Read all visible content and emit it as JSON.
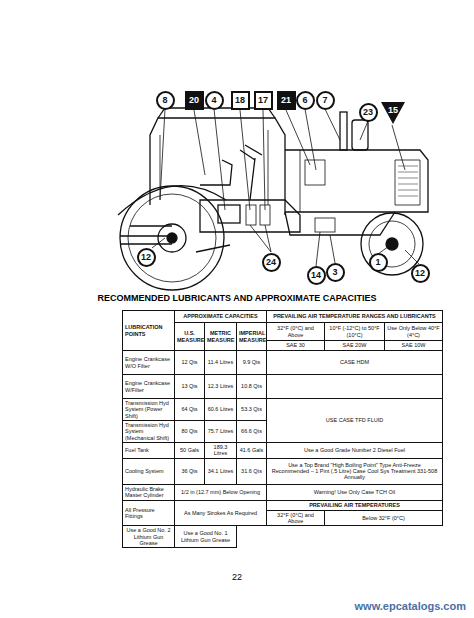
{
  "diagram": {
    "title": "RECOMMENDED LUBRICANTS AND APPROXIMATE CAPACITIES",
    "nodes": [
      {
        "text": [
          "8"
        ]
      },
      {
        "text": [
          "20"
        ]
      },
      {
        "text": [
          "4"
        ]
      },
      {
        "text": [
          "18"
        ]
      },
      {
        "text": [
          "17"
        ]
      },
      {
        "text": [
          "21"
        ]
      },
      {
        "text": [
          "6"
        ]
      },
      {
        "text": [
          "7"
        ]
      },
      {
        "text": [
          "23"
        ]
      },
      {
        "text": [
          "15"
        ]
      },
      {
        "text": [
          "12"
        ]
      },
      {
        "text": [
          "24"
        ]
      },
      {
        "text": [
          "14"
        ]
      },
      {
        "text": [
          "3"
        ]
      },
      {
        "text": [
          "1"
        ]
      },
      {
        "text": [
          "12"
        ]
      }
    ],
    "labels": [
      "LUBRICATION POINTS",
      "APPROXIMATE CAPACITIES",
      "PREVAILING AIR TEMPERATURE RANGES AND LUBRICANTS",
      "U.S. MEASURE",
      "METRIC MEASURE",
      "IMPERIAL MEASURE",
      "32°F (0°C) and Above",
      "10°F (-12°C) to 50°F (10°C)",
      "Use Only Below 40°F (4°C)",
      "SAE 30",
      "SAE 20W",
      "SAE 10W",
      "Engine Crankcase W/O Filter",
      "12 Qts",
      "11.4 Litres",
      "9.9 Qts",
      "CASE HDM",
      "Engine Crankcase W/Filter",
      "13 Qts",
      "12.3 Litres",
      "10.8 Qts",
      "Transmission Hyd System (Power Shift)",
      "64 Qts",
      "60.6 Litres",
      "53.3 Qts",
      "USE CASE TFD FLUID",
      "Transmission Hyd System (Mechanical Shift)",
      "80 Qts",
      "75.7 Litres",
      "66.6 Qts",
      "Fuel Tank",
      "50 Gals",
      "189.3 Litres",
      "41.6 Gals",
      "Use a Good Grade Number 2 Diesel Fuel",
      "Cooling System",
      "36 Qts",
      "34.1 Litres",
      "31.6 Qts",
      "Use a Top Brand \"High Boiling Point\" Type Anti-Freeze Recommended – 1 Pint (.5 Litre) Case Cool Sys Treatment 331-508 Annually",
      "Hydraulic Brake Master Cylinder",
      "1/2 in (12.7 mm) Below Opening",
      "Warning! Use Only Case TCH Oil",
      "PREVAILING AIR TEMPERATURES",
      "32°F (0°C) and Above",
      "Below 32°F (0°C)",
      "All Pressure Fittings",
      "As Many Strokes As Required",
      "Use a Good No. 2 Lithium Gun Grease",
      "Use a Good No. 1 Lithium Gun Grease",
      "22",
      "www.epcatalogs.com"
    ]
  }
}
